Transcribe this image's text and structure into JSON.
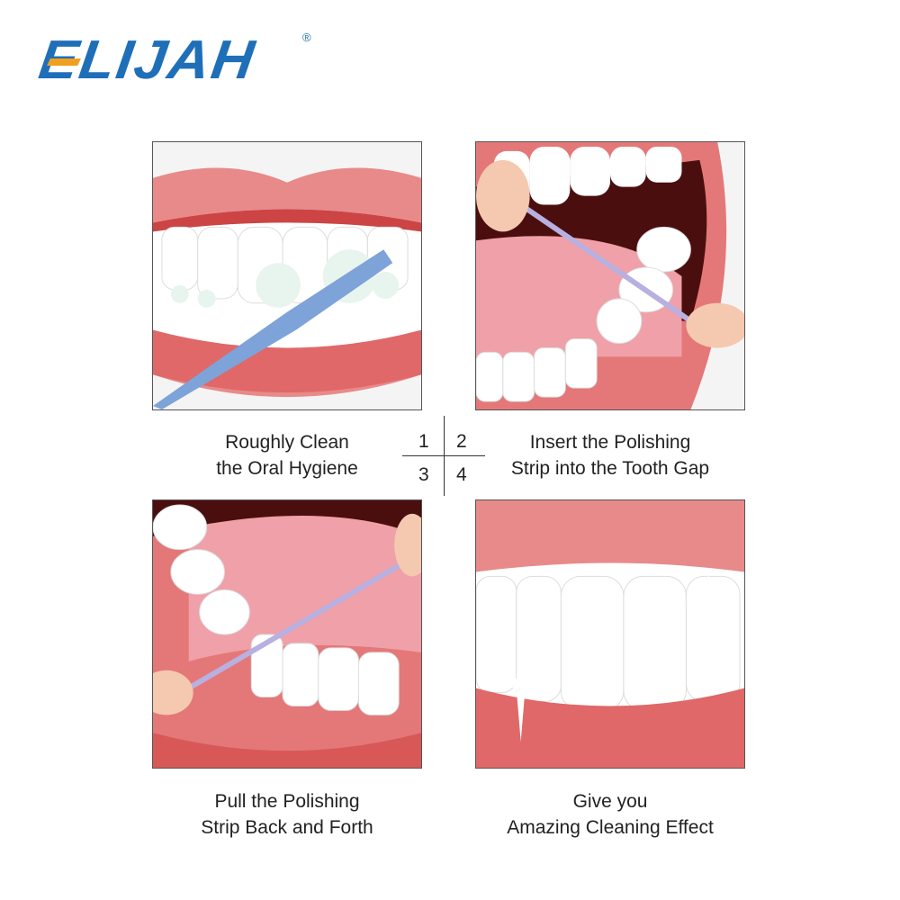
{
  "brand": {
    "name": "ELIJAH",
    "registered": "®",
    "colors": {
      "blue": "#1f6fb8",
      "orange": "#f0a020"
    }
  },
  "steps": [
    {
      "number": "1",
      "line1": "Roughly Clean",
      "line2": "the Oral Hygiene"
    },
    {
      "number": "2",
      "line1": "Insert the Polishing",
      "line2": "Strip into the Tooth Gap"
    },
    {
      "number": "3",
      "line1": "Pull the Polishing",
      "line2": "Strip Back and Forth"
    },
    {
      "number": "4",
      "line1": "Give you",
      "line2": "Amazing Cleaning Effect"
    }
  ]
}
